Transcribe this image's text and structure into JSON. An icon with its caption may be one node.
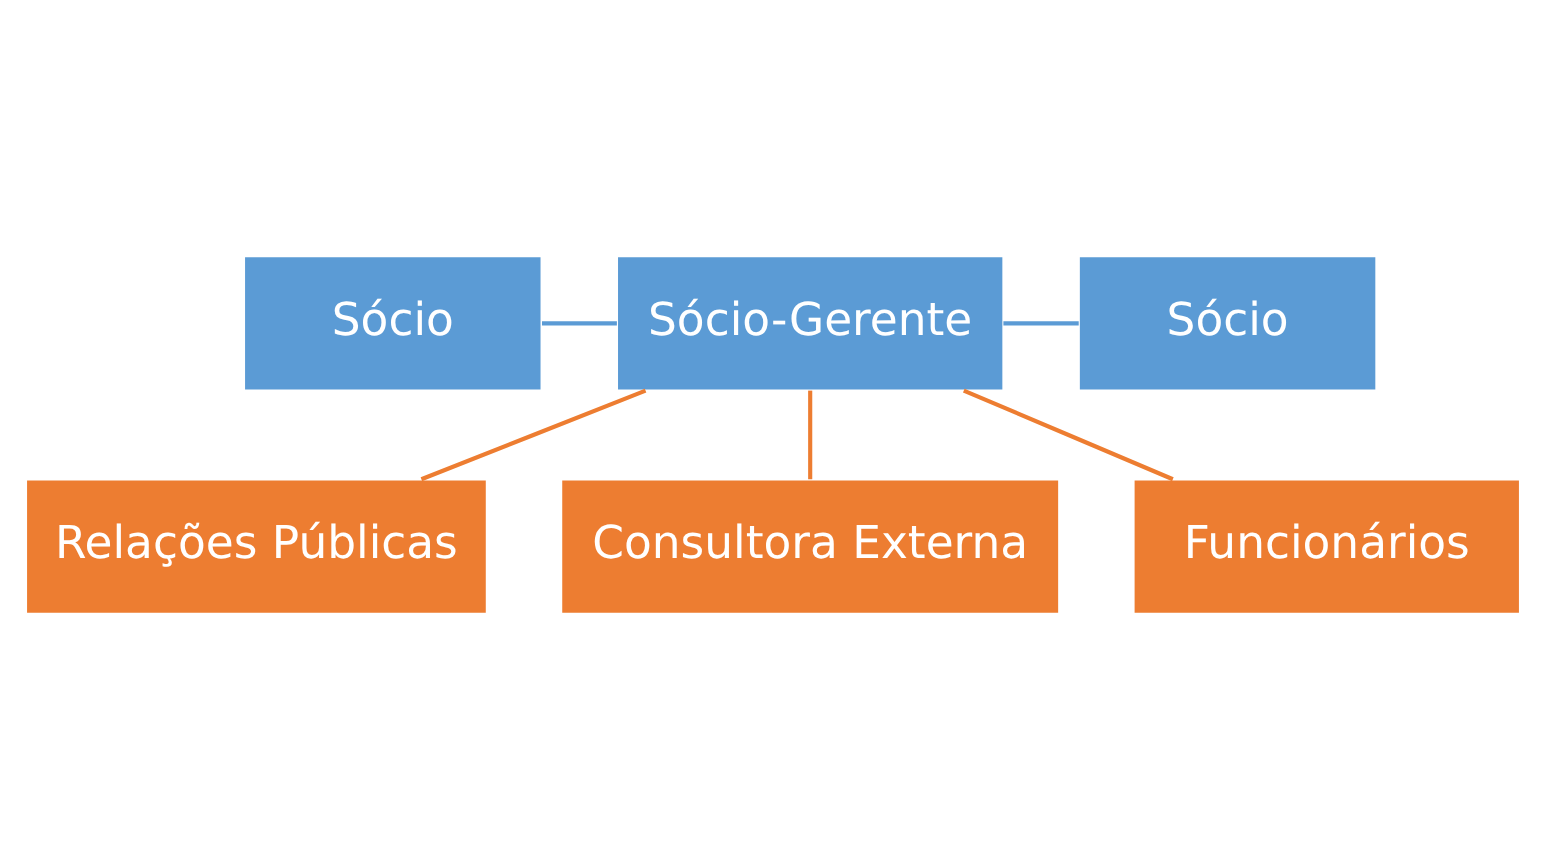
{
  "diagram": {
    "nodes": [
      {
        "text": [
          "Sócio"
        ]
      },
      {
        "text": [
          "Sócio-Gerente"
        ]
      },
      {
        "text": [
          "Sócio"
        ]
      },
      {
        "text": [
          "Relações Públicas"
        ]
      },
      {
        "text": [
          "Consultora Externa"
        ]
      },
      {
        "text": [
          "Funcionários"
        ]
      }
    ],
    "edges": [
      {
        "from": 0,
        "to": 1,
        "arrow": "none",
        "color": "#5b9bd5"
      },
      {
        "from": 1,
        "to": 2,
        "arrow": "none",
        "color": "#5b9bd5"
      },
      {
        "from": 1,
        "to": 3,
        "arrow": "none"
      },
      {
        "from": 1,
        "to": 4,
        "arrow": "none"
      },
      {
        "from": 1,
        "to": 5,
        "arrow": "none"
      }
    ]
  }
}
